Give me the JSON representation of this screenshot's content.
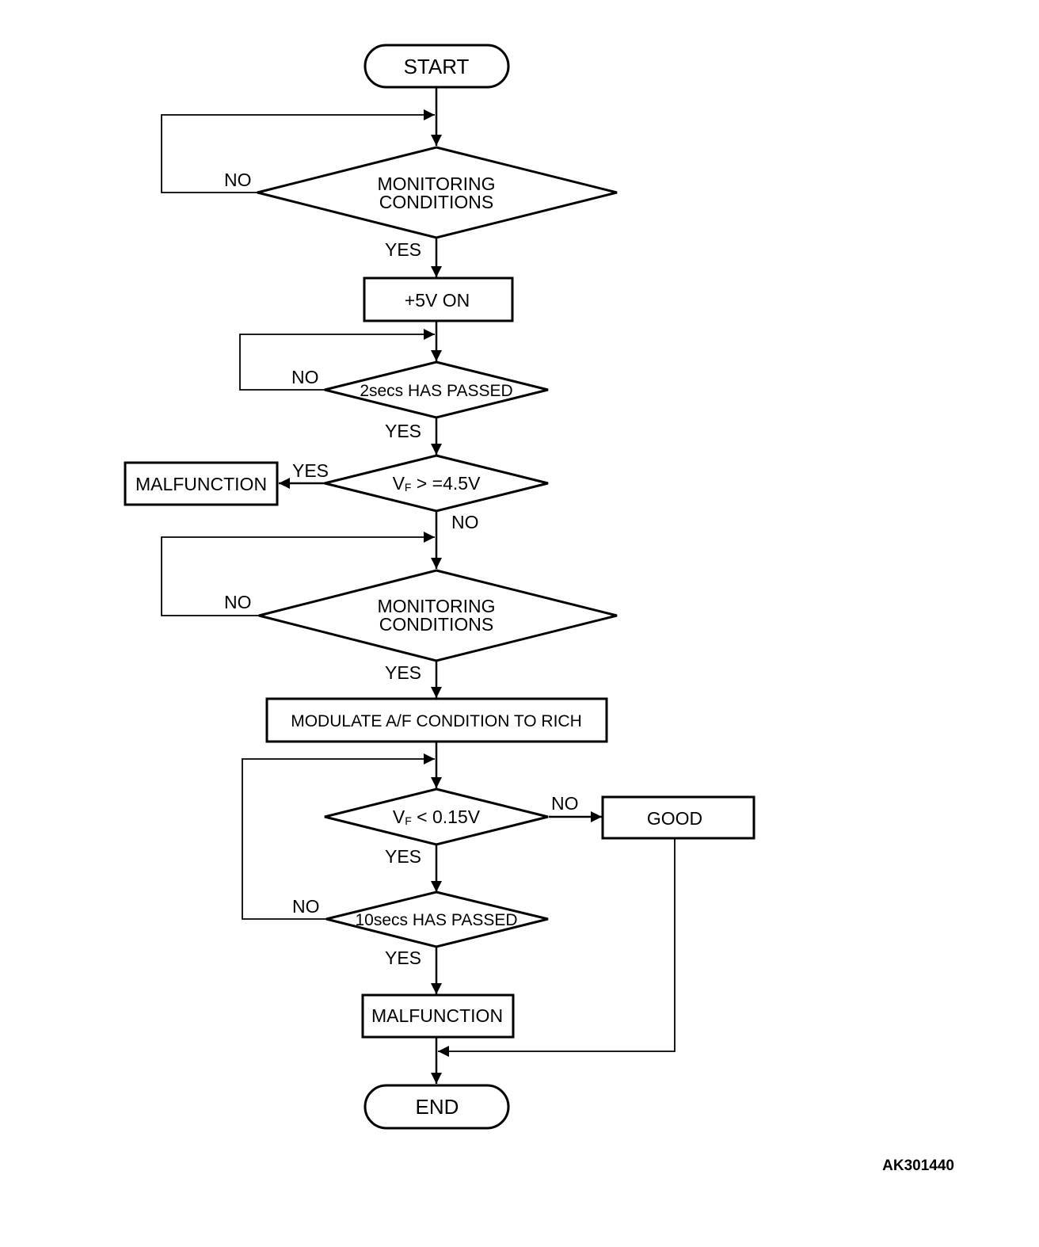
{
  "nodes": {
    "start": "START",
    "monitoring1_line1": "MONITORING",
    "monitoring1_line2": "CONDITIONS",
    "plus5v_on": "+5V ON",
    "two_secs": "2secs HAS PASSED",
    "vf_ge_prefix": "V",
    "vf_ge_sub": "F",
    "vf_ge_rest": " > =4.5V",
    "malfunction_left": "MALFUNCTION",
    "monitoring2_line1": "MONITORING",
    "monitoring2_line2": "CONDITIONS",
    "modulate": "MODULATE A/F CONDITION TO RICH",
    "vf_lt_prefix": "V",
    "vf_lt_sub": "F",
    "vf_lt_rest": " < 0.15V",
    "good": "GOOD",
    "ten_secs": "10secs HAS PASSED",
    "malfunction_bottom": "MALFUNCTION",
    "end": "END"
  },
  "branch_labels": {
    "monitoring1_no": "NO",
    "monitoring1_yes": "YES",
    "two_secs_no": "NO",
    "two_secs_yes": "YES",
    "vf_ge_yes": "YES",
    "vf_ge_no": "NO",
    "monitoring2_no": "NO",
    "monitoring2_yes": "YES",
    "vf_lt_no": "NO",
    "vf_lt_yes": "YES",
    "ten_secs_no": "NO",
    "ten_secs_yes": "YES"
  },
  "figure_id": "AK301440"
}
